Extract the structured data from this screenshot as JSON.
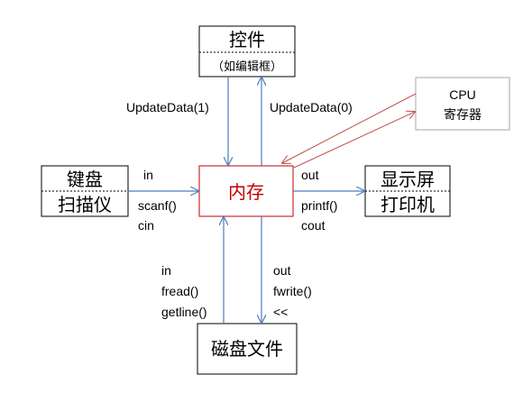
{
  "nodes": {
    "control": {
      "title": "控件",
      "subtitle": "（如编辑框）"
    },
    "cpu": {
      "line1": "CPU",
      "line2": "寄存器"
    },
    "keyboard": {
      "line1": "键盘",
      "line2": "扫描仪"
    },
    "memory": {
      "label": "内存"
    },
    "display": {
      "line1": "显示屏",
      "line2": "打印机"
    },
    "disk": {
      "label": "磁盘文件"
    }
  },
  "labels": {
    "update_true": "UpdateData(1)",
    "update_false": "UpdateData(0)",
    "keyboard_in": "in",
    "scanf": "scanf()",
    "cin": "cin",
    "display_out": "out",
    "printf": "printf()",
    "cout": "cout",
    "disk_in": "in",
    "fread": "fread()",
    "getline": "getline()",
    "disk_out": "out",
    "fwrite": "fwrite()",
    "shift_op": "<<"
  },
  "colors": {
    "memory_border": "#c00000",
    "blue_arrow": "#4a7ebb",
    "red_arrow": "#c0504d",
    "cpu_border": "#a6a6a6"
  }
}
